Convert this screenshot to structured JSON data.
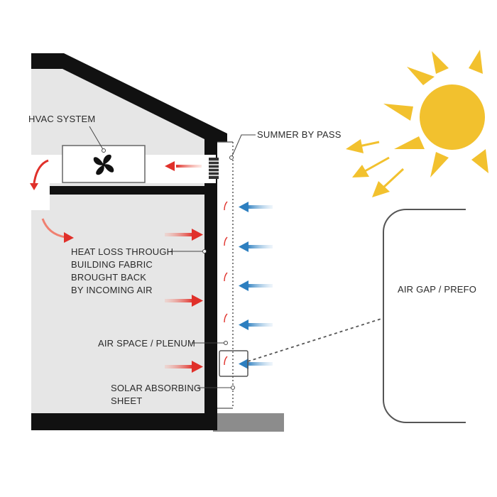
{
  "labels": {
    "hvac_system": "HVAC SYSTEM",
    "summer_bypass": "SUMMER BY PASS",
    "heat_loss_1": "HEAT LOSS THROUGH",
    "heat_loss_2": "BUILDING FABRIC",
    "heat_loss_3": "BROUGHT BACK",
    "heat_loss_4": "BY INCOMING AIR",
    "air_space": "AIR SPACE / PLENUM",
    "solar_sheet_1": "SOLAR ABSORBING",
    "solar_sheet_2": "SHEET",
    "air_gap": "AIR GAP / PREFO"
  },
  "colors": {
    "wall": "#111111",
    "interior": "#e6e6e6",
    "duct": "#ffffff",
    "warm_arrow": "#e0302a",
    "cool_arrow": "#2d7fc0",
    "sun": "#f2c12e",
    "ground": "#8c8c8c",
    "leader": "#444444"
  },
  "icons": {
    "fan": "fan-icon",
    "sun": "sun-icon"
  }
}
